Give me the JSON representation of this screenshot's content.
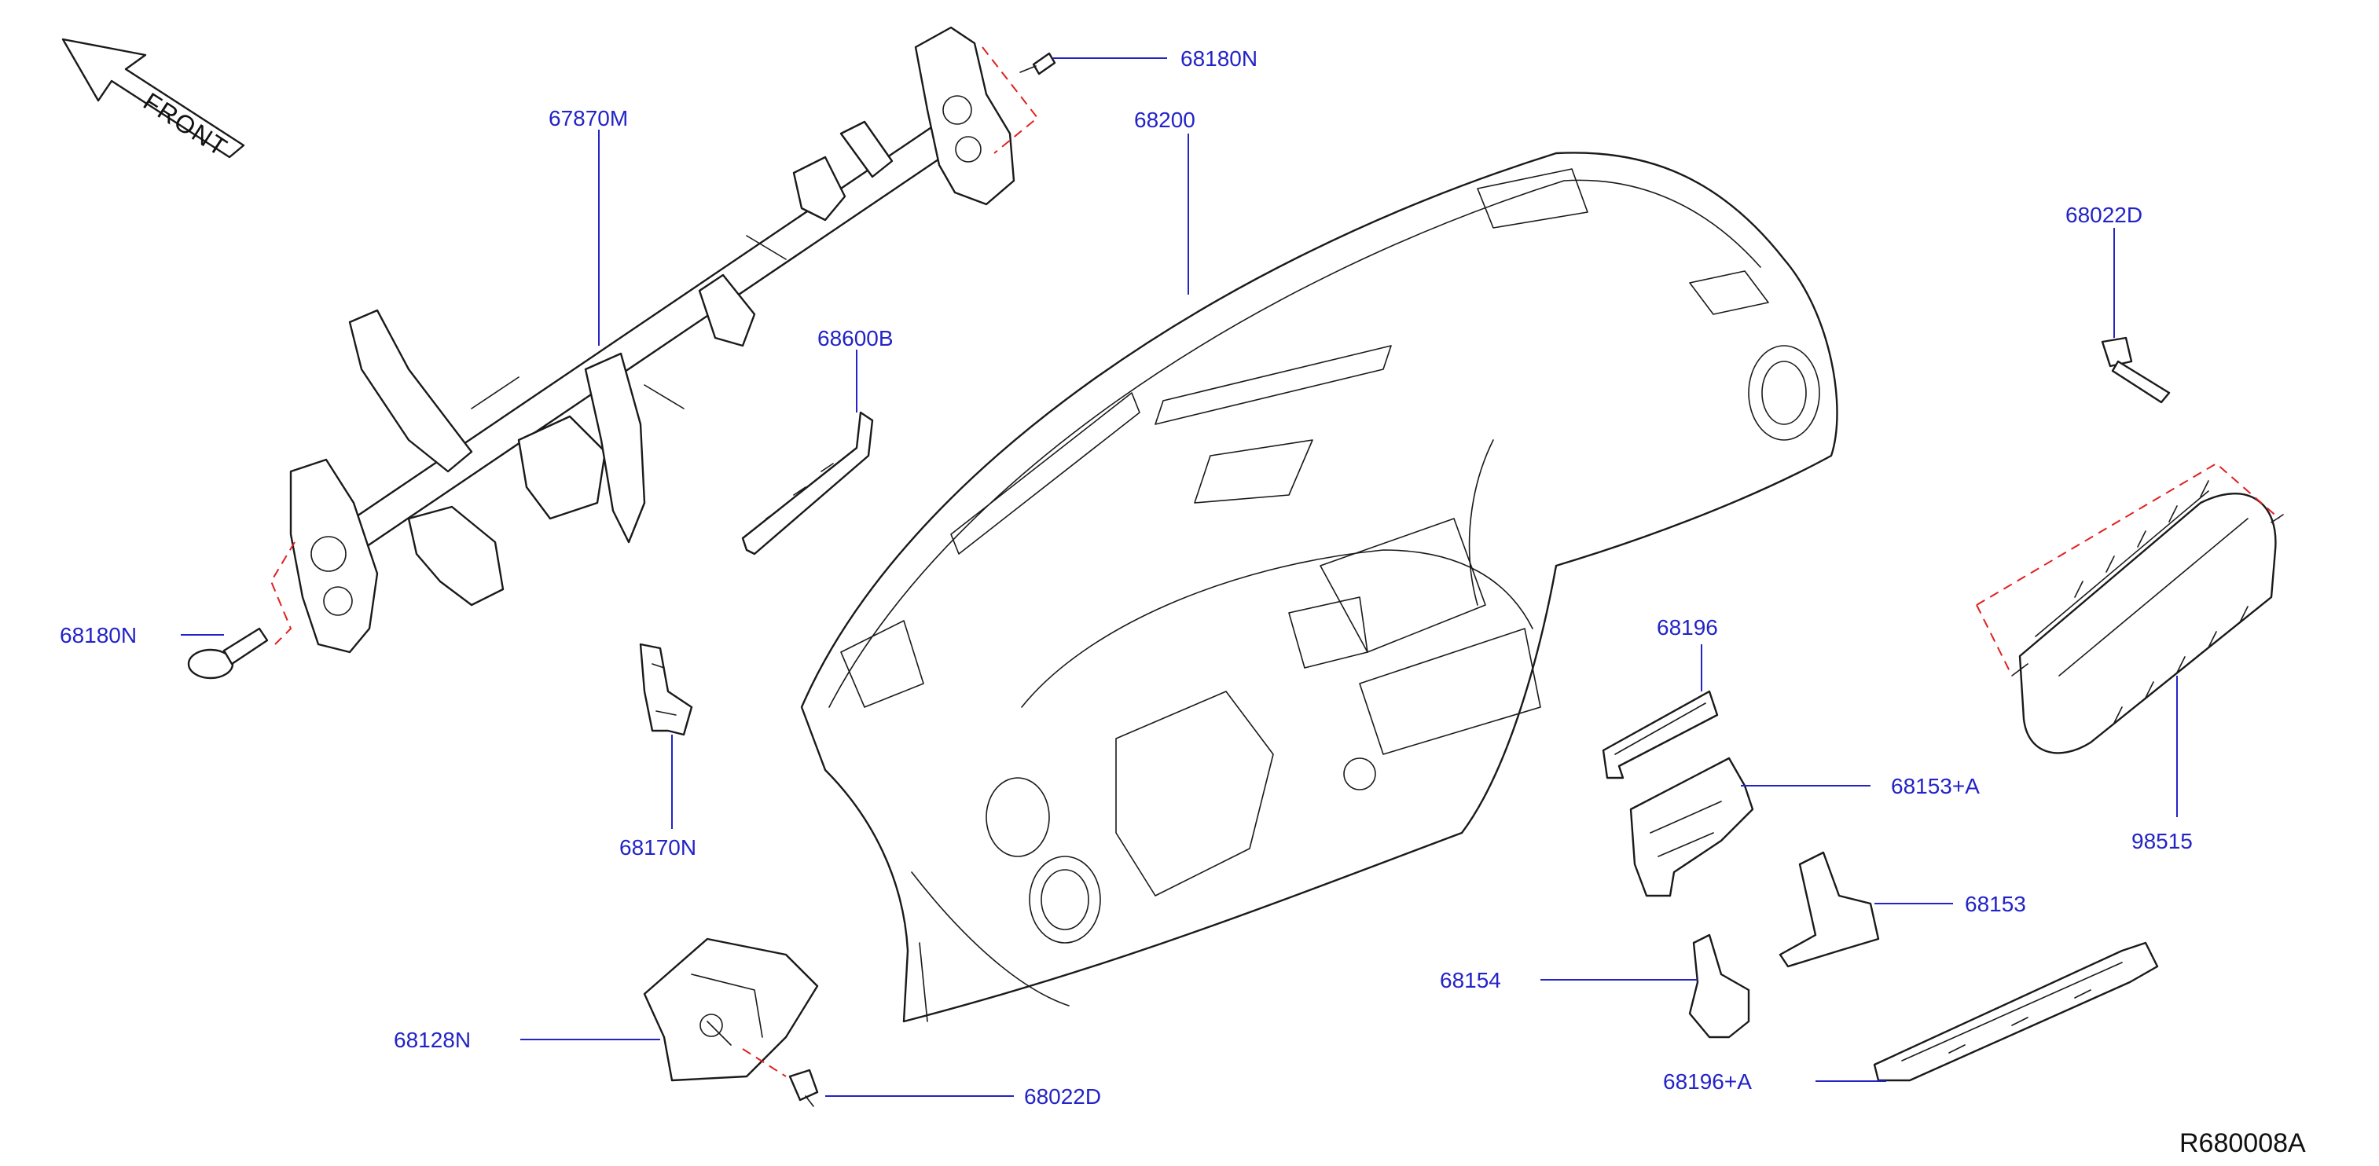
{
  "diagram": {
    "front_label": "FRONT",
    "reference_code": "R680008A",
    "colors": {
      "label": "#2323c8",
      "line": "#1a1a1a",
      "alignment_dash": "#e02020"
    },
    "parts": [
      {
        "id": "p67870m",
        "number": "67870M",
        "name": "steering-member"
      },
      {
        "id": "p68180n_top",
        "number": "68180N",
        "name": "bolt"
      },
      {
        "id": "p68180n_left",
        "number": "68180N",
        "name": "bolt"
      },
      {
        "id": "p68200",
        "number": "68200",
        "name": "instrument-panel"
      },
      {
        "id": "p68600b",
        "number": "68600B",
        "name": "bracket"
      },
      {
        "id": "p68170n",
        "number": "68170N",
        "name": "bracket"
      },
      {
        "id": "p68128n",
        "number": "68128N",
        "name": "bracket"
      },
      {
        "id": "p68022d_bottom",
        "number": "68022D",
        "name": "screw"
      },
      {
        "id": "p68022d_right",
        "number": "68022D",
        "name": "screw"
      },
      {
        "id": "p68196",
        "number": "68196",
        "name": "bracket"
      },
      {
        "id": "p68153a",
        "number": "68153+A",
        "name": "bracket"
      },
      {
        "id": "p68153",
        "number": "68153",
        "name": "bracket"
      },
      {
        "id": "p68154",
        "number": "68154",
        "name": "bracket"
      },
      {
        "id": "p68196a",
        "number": "68196+A",
        "name": "bracket"
      },
      {
        "id": "p98515",
        "number": "98515",
        "name": "passenger-airbag-module"
      }
    ]
  }
}
